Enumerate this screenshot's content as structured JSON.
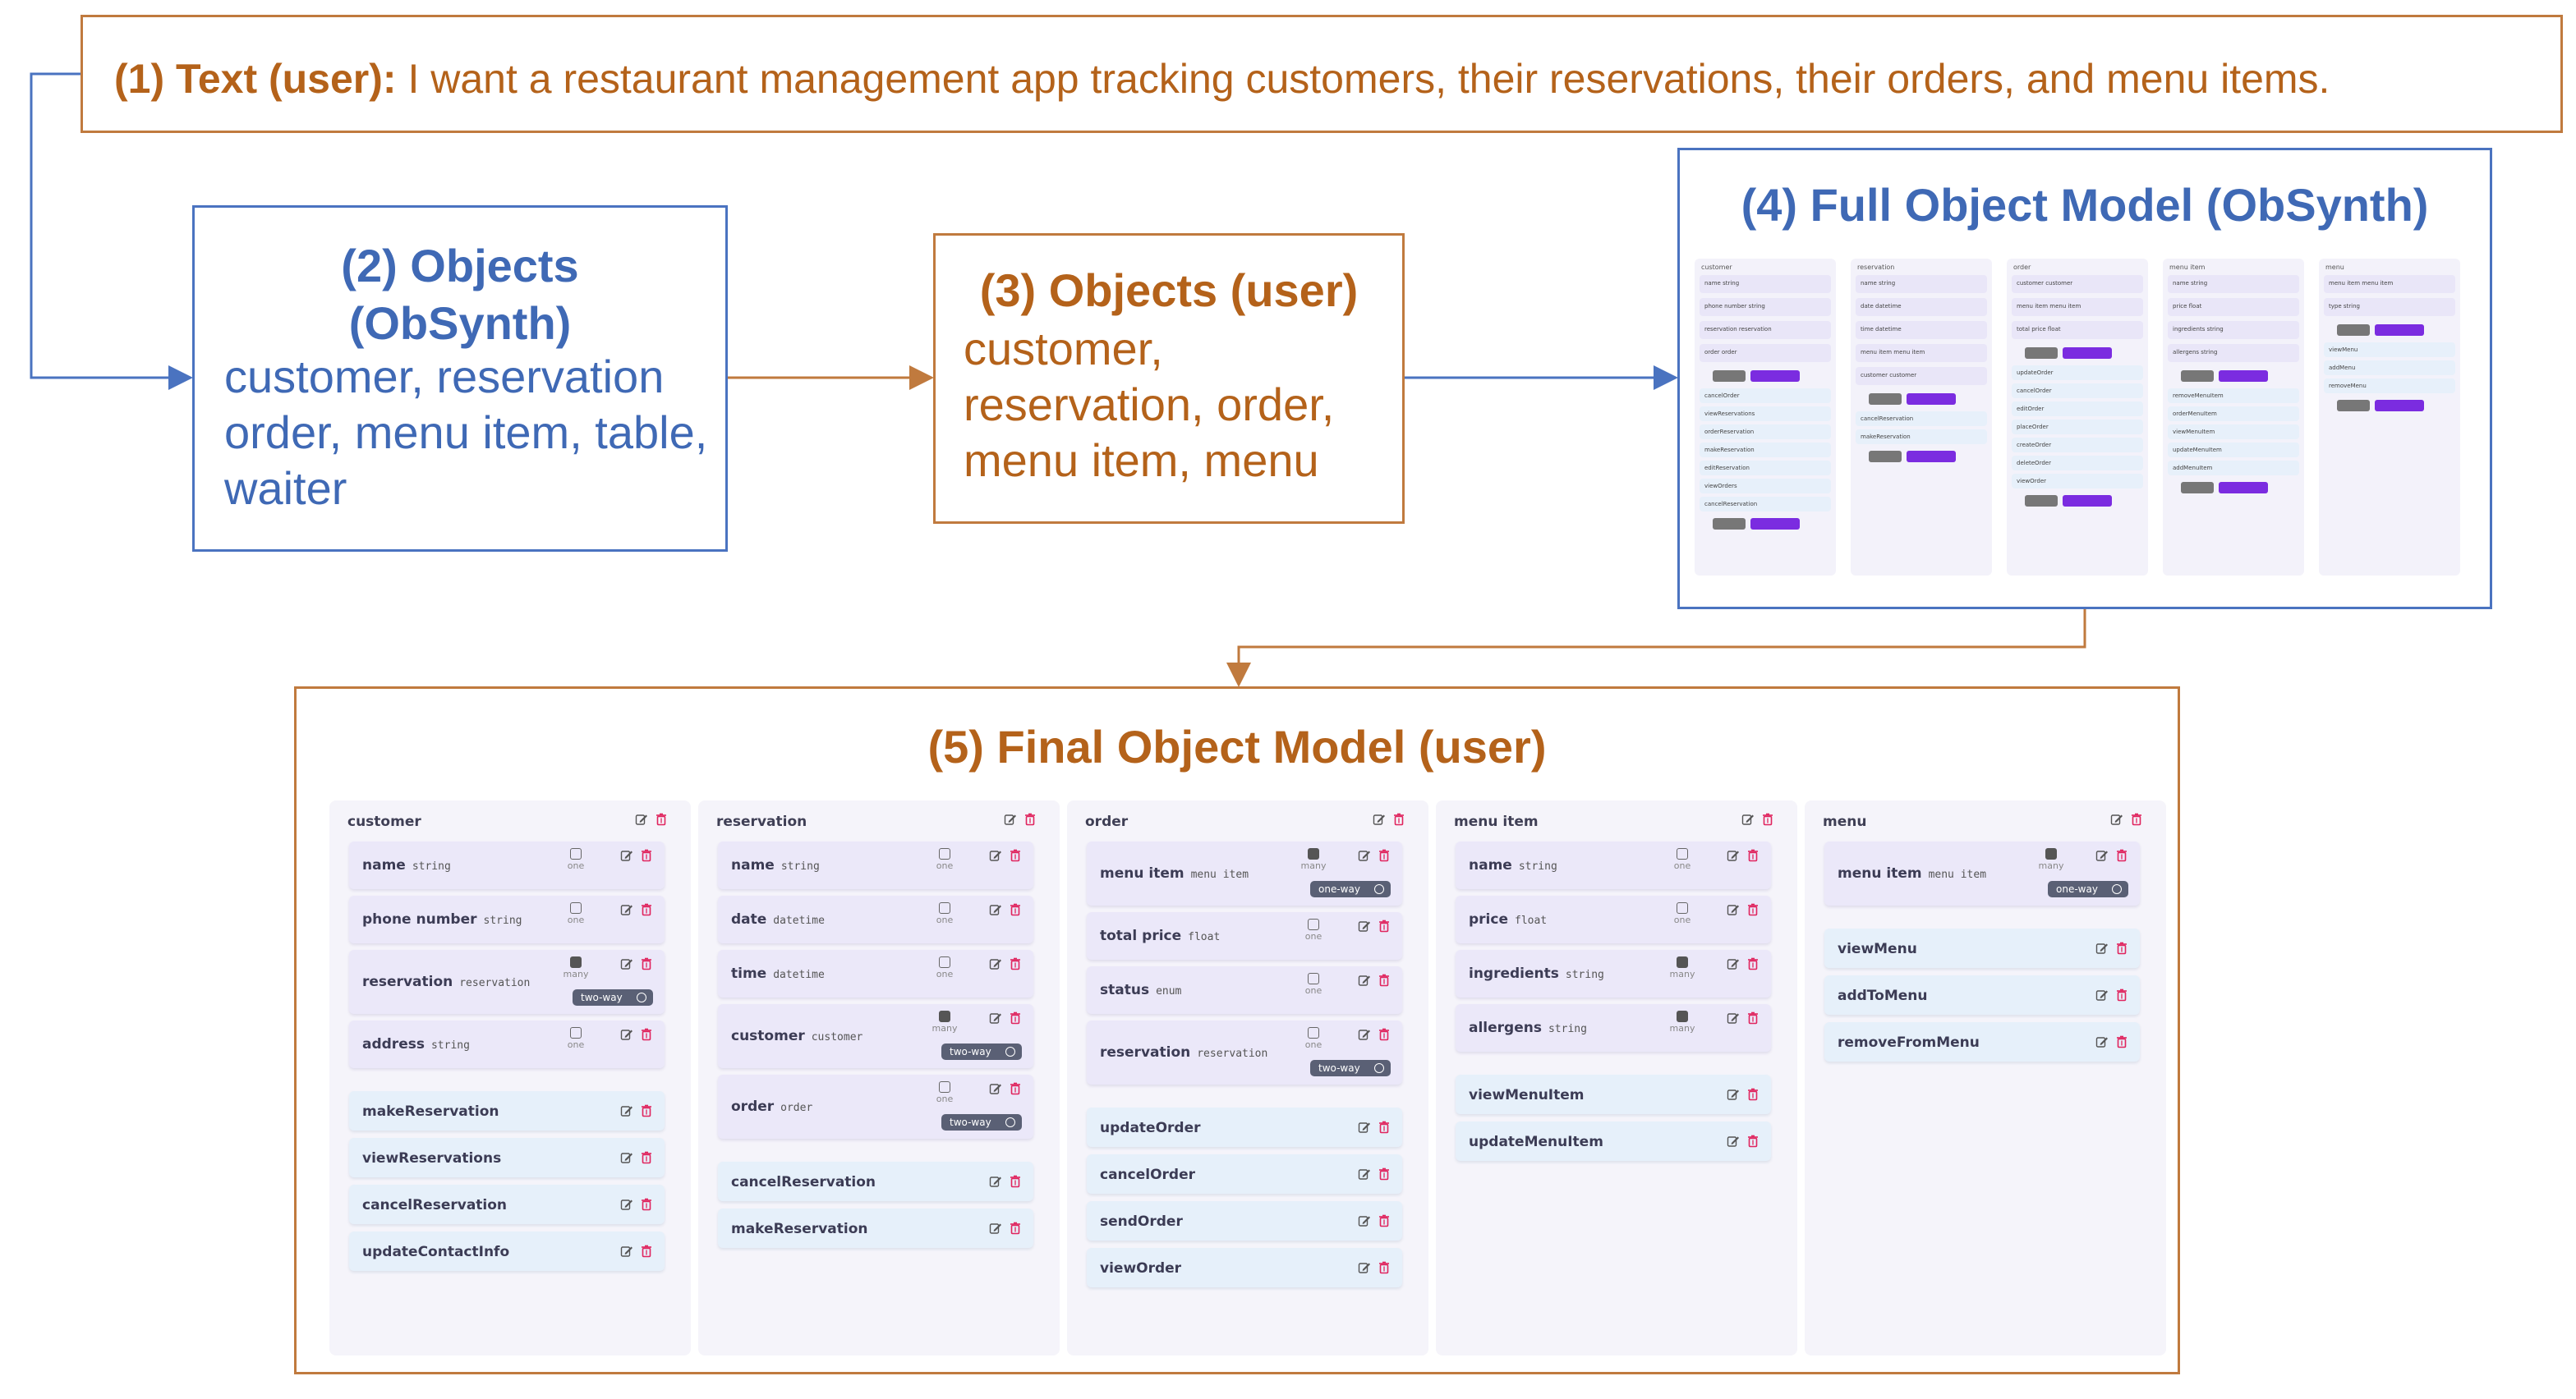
{
  "step1": {
    "label": "(1) Text (user):",
    "text": " I want a restaurant management app tracking customers, their reservations, their orders, and menu items."
  },
  "step2": {
    "title_line1": "(2) Objects",
    "title_line2": "(ObSynth)",
    "body": "customer, reservation order, menu item, table, waiter"
  },
  "step3": {
    "title": "(3) Objects (user)",
    "body": "customer, reservation, order, menu item, menu"
  },
  "step4": {
    "title": "(4) Full Object Model (ObSynth)",
    "thumbnail": [
      {
        "name": "customer",
        "fields": [
          "name string",
          "phone number string",
          "reservation reservation",
          "order order"
        ],
        "methods": [
          "cancelOrder",
          "viewReservations",
          "orderReservation",
          "makeReservation",
          "editReservation",
          "viewOrders",
          "cancelReservation"
        ]
      },
      {
        "name": "reservation",
        "fields": [
          "name string",
          "date datetime",
          "time datetime",
          "menu item menu item",
          "customer customer"
        ],
        "methods": [
          "cancelReservation",
          "makeReservation"
        ]
      },
      {
        "name": "order",
        "fields": [
          "customer customer",
          "menu item menu item",
          "total price float"
        ],
        "methods": [
          "updateOrder",
          "cancelOrder",
          "editOrder",
          "placeOrder",
          "createOrder",
          "deleteOrder",
          "viewOrder"
        ]
      },
      {
        "name": "menu item",
        "fields": [
          "name string",
          "price float",
          "ingredients string",
          "allergens string"
        ],
        "methods": [
          "removeMenuItem",
          "orderMenuItem",
          "viewMenuItem",
          "updateMenuItem",
          "addMenuItem"
        ]
      },
      {
        "name": "menu",
        "fields": [
          "menu item menu item",
          "type string"
        ],
        "methods": [
          "viewMenu",
          "addMenu",
          "removeMenu"
        ]
      }
    ]
  },
  "step5": {
    "title": "(5) Final Object Model (user)",
    "columns": [
      {
        "name": "customer",
        "fields": [
          {
            "name": "name",
            "type": "string",
            "card": "one"
          },
          {
            "name": "phone number",
            "type": "string",
            "card": "one"
          },
          {
            "name": "reservation",
            "type": "reservation",
            "card": "many",
            "link": "two-way"
          },
          {
            "name": "address",
            "type": "string",
            "card": "one"
          }
        ],
        "methods": [
          "makeReservation",
          "viewReservations",
          "cancelReservation",
          "updateContactInfo"
        ]
      },
      {
        "name": "reservation",
        "fields": [
          {
            "name": "name",
            "type": "string",
            "card": "one"
          },
          {
            "name": "date",
            "type": "datetime",
            "card": "one"
          },
          {
            "name": "time",
            "type": "datetime",
            "card": "one"
          },
          {
            "name": "customer",
            "type": "customer",
            "card": "many",
            "link": "two-way"
          },
          {
            "name": "order",
            "type": "order",
            "card": "one",
            "link": "two-way"
          }
        ],
        "methods": [
          "cancelReservation",
          "makeReservation"
        ]
      },
      {
        "name": "order",
        "fields": [
          {
            "name": "menu item",
            "type": "menu item",
            "card": "many",
            "link": "one-way"
          },
          {
            "name": "total price",
            "type": "float",
            "card": "one"
          },
          {
            "name": "status",
            "type": "enum",
            "card": "one"
          },
          {
            "name": "reservation",
            "type": "reservation",
            "card": "one",
            "link": "two-way"
          }
        ],
        "methods": [
          "updateOrder",
          "cancelOrder",
          "sendOrder",
          "viewOrder"
        ]
      },
      {
        "name": "menu item",
        "fields": [
          {
            "name": "name",
            "type": "string",
            "card": "one"
          },
          {
            "name": "price",
            "type": "float",
            "card": "one"
          },
          {
            "name": "ingredients",
            "type": "string",
            "card": "many"
          },
          {
            "name": "allergens",
            "type": "string",
            "card": "many"
          }
        ],
        "methods": [
          "viewMenuItem",
          "updateMenuItem"
        ]
      },
      {
        "name": "menu",
        "fields": [
          {
            "name": "menu item",
            "type": "menu item",
            "card": "many",
            "link": "one-way"
          }
        ],
        "methods": [
          "viewMenu",
          "addToMenu",
          "removeFromMenu"
        ]
      }
    ]
  },
  "colors": {
    "user_orange": "#b4621a",
    "obsynth_blue": "#3f69b5",
    "field_bg": "#ebe8f9",
    "method_bg": "#e6f0fa",
    "delete_red": "#e0245e",
    "pill_bg": "#5a6075"
  },
  "icons": {
    "edit": "edit-icon",
    "delete": "trash-icon",
    "cardinality_one": "one-icon",
    "cardinality_many": "many-icon",
    "link": "link-icon"
  }
}
